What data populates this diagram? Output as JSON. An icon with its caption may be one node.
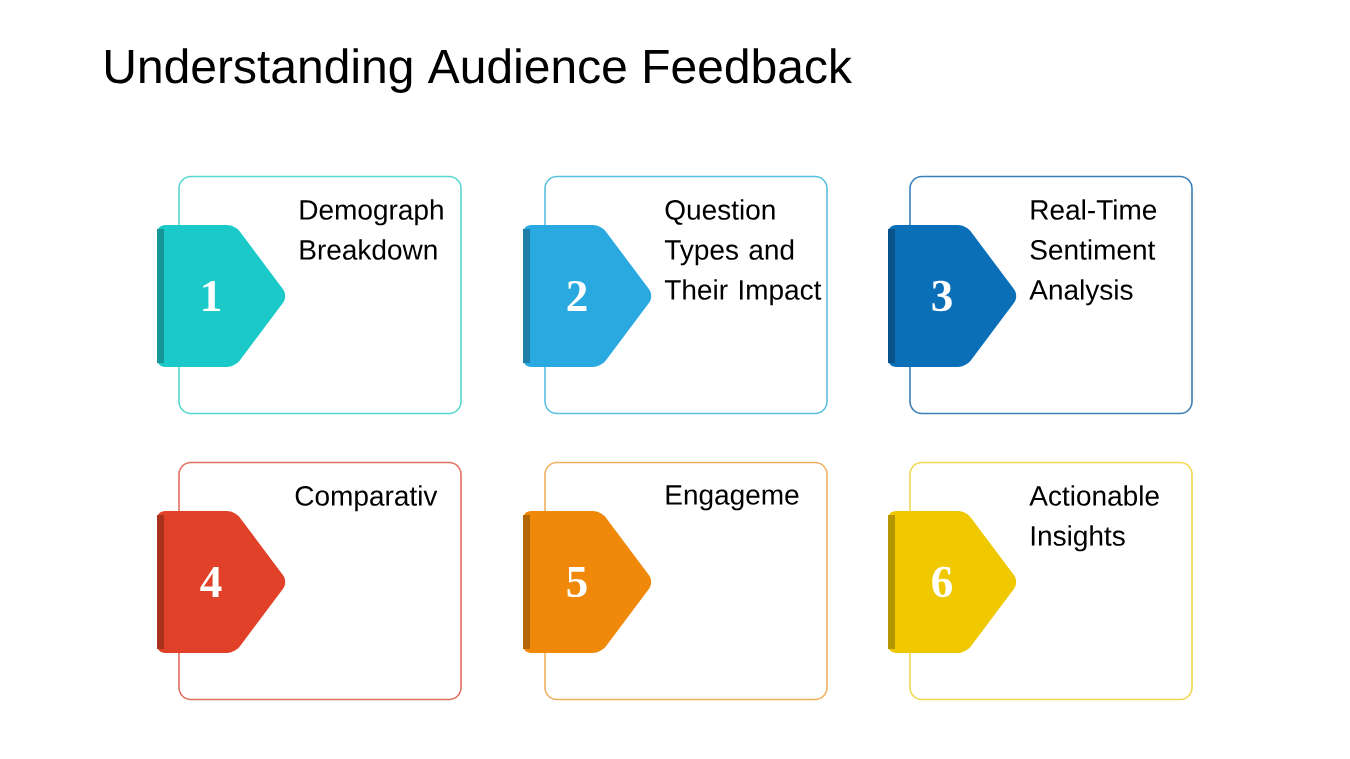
{
  "diagram": {
    "title": "Understanding Audience Feedback",
    "nodes": [
      {
        "text": [
          "1",
          "Demograph Breakdown"
        ]
      },
      {
        "text": [
          "2",
          "Question Types and Their Impact"
        ]
      },
      {
        "text": [
          "3",
          "Real-Time Sentiment Analysis"
        ]
      },
      {
        "text": [
          "4",
          "Comparativ"
        ]
      },
      {
        "text": [
          "5",
          "Engageme"
        ]
      },
      {
        "text": [
          "6",
          "Actionable Insights"
        ]
      }
    ]
  }
}
